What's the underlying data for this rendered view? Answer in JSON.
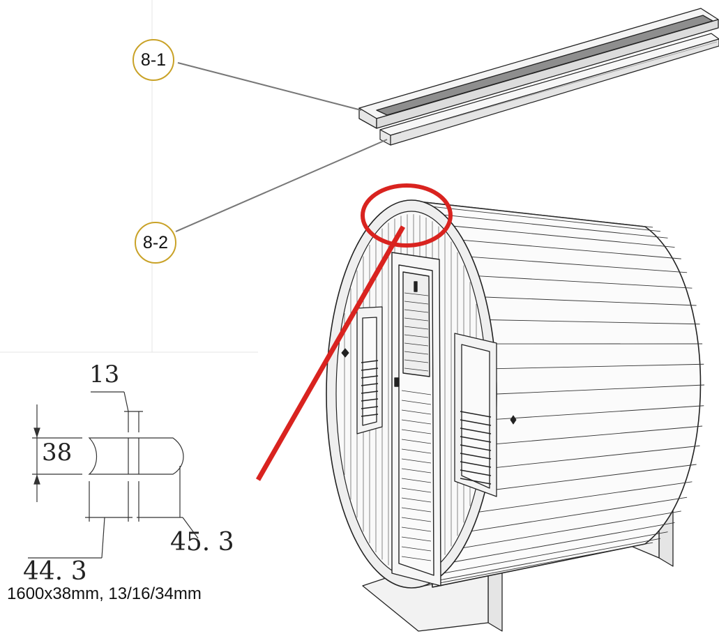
{
  "labels": {
    "part_8_1": "8-1",
    "part_8_2": "8-2"
  },
  "dimensions": {
    "width_top": "13",
    "height": "38",
    "width_right": "45. 3",
    "width_left": "44. 3"
  },
  "caption": "1600x38mm, 13/16/34mm",
  "colors": {
    "label_ring": "#c9a227",
    "highlight": "#d9231f",
    "line": "#222222"
  }
}
